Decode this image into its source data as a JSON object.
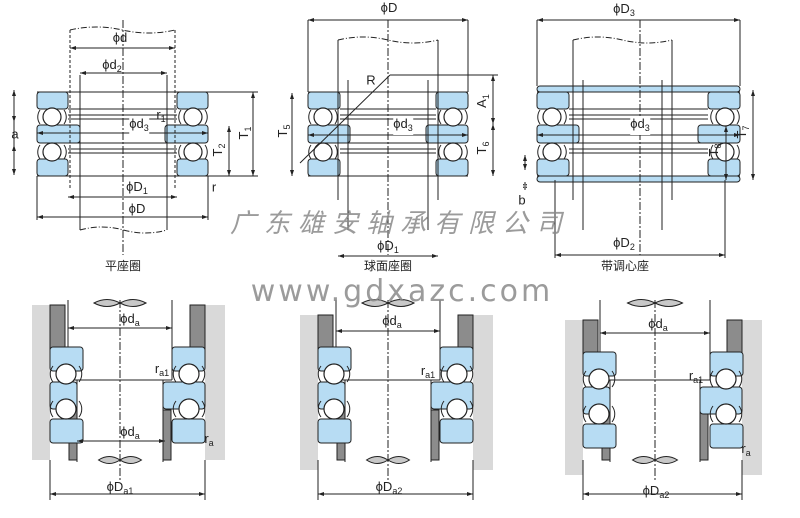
{
  "colors": {
    "ring_fill": "#b7dcf3",
    "housing_fill": "#d9d9d9",
    "wall_fill": "#8c8c8c",
    "line": "#222222",
    "watermark": "#8a8a8a"
  },
  "top": {
    "flat": {
      "caption": "平座圈",
      "labels": {
        "d": {
          "b": "ϕd",
          "s": ""
        },
        "d2": {
          "b": "ϕd",
          "s": "2"
        },
        "d3": {
          "b": "ϕd",
          "s": "3"
        },
        "D1": {
          "b": "ϕD",
          "s": "1"
        },
        "D": {
          "b": "ϕD",
          "s": ""
        },
        "a": {
          "b": "a",
          "s": ""
        },
        "r1": {
          "b": "r",
          "s": "1"
        },
        "T1": {
          "b": "T",
          "s": "1"
        },
        "T2": {
          "b": "T",
          "s": "2"
        },
        "r": {
          "b": "r",
          "s": ""
        }
      }
    },
    "spherical": {
      "caption": "球面座圈",
      "labels": {
        "D": {
          "b": "ϕD",
          "s": ""
        },
        "R": {
          "b": "R",
          "s": ""
        },
        "A1": {
          "b": "A",
          "s": "1"
        },
        "T5": {
          "b": "T",
          "s": "5"
        },
        "T6": {
          "b": "T",
          "s": "6"
        },
        "d3": {
          "b": "ϕd",
          "s": "3"
        },
        "D1": {
          "b": "ϕD",
          "s": "1"
        }
      }
    },
    "aligning": {
      "caption": "带调心座",
      "labels": {
        "D3": {
          "b": "ϕD",
          "s": "3"
        },
        "d3": {
          "b": "ϕd",
          "s": "3"
        },
        "T7": {
          "b": "T",
          "s": "7"
        },
        "T8": {
          "b": "T",
          "s": "8"
        },
        "b": {
          "b": "b",
          "s": ""
        },
        "D2": {
          "b": "ϕD",
          "s": "2"
        }
      }
    }
  },
  "bottom": {
    "mount1": {
      "labels": {
        "da_top": {
          "b": "ϕd",
          "s": "a"
        },
        "da_bot": {
          "b": "ϕd",
          "s": "a"
        },
        "ra1": {
          "b": "r",
          "s": "a1"
        },
        "ra": {
          "b": "r",
          "s": "a"
        },
        "Da": {
          "b": "ϕD",
          "s": "a1"
        }
      }
    },
    "mount2": {
      "labels": {
        "da_top": {
          "b": "ϕd",
          "s": "a"
        },
        "ra1": {
          "b": "r",
          "s": "a1"
        },
        "Da": {
          "b": "ϕD",
          "s": "a2"
        }
      }
    },
    "mount3": {
      "labels": {
        "da_top": {
          "b": "ϕd",
          "s": "a"
        },
        "ra1": {
          "b": "r",
          "s": "a1"
        },
        "ra": {
          "b": "r",
          "s": "a"
        },
        "Da": {
          "b": "ϕD",
          "s": "a2"
        }
      }
    }
  },
  "watermark": {
    "company": "广东雄安轴承有限公司",
    "url": "www.gdxazc.com"
  }
}
